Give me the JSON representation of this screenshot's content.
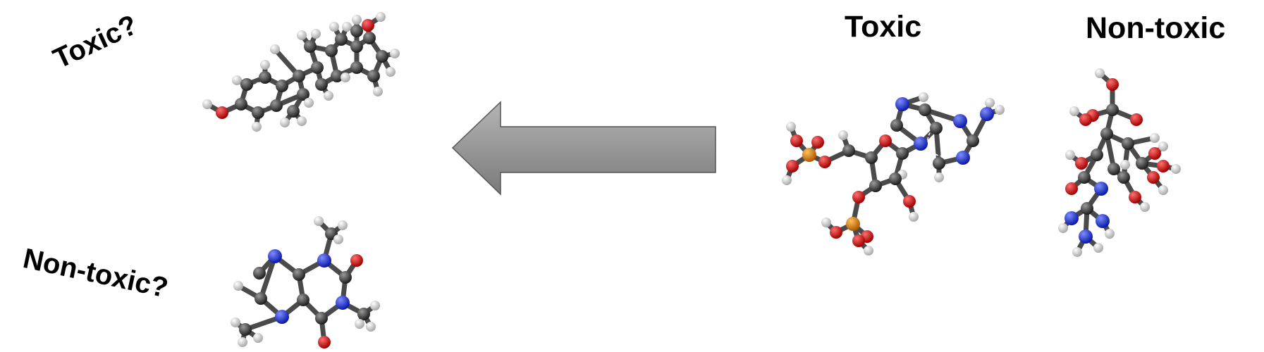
{
  "query_labels": {
    "toxic_question": "Toxic?",
    "nontoxic_question": "Non-toxic?"
  },
  "reference_labels": {
    "toxic": "Toxic",
    "nontoxic": "Non-toxic"
  },
  "colors": {
    "carbon": "#3a3a3a",
    "carbon_light": "#707070",
    "hydrogen": "#ffffff",
    "oxygen": "#e00000",
    "nitrogen": "#1f2fe0",
    "phosphorus": "#e08a10",
    "arrow_fill_top": "#b5b5b5",
    "arrow_fill_bottom": "#7a7a7a"
  },
  "icons": {
    "estradiol": "ball-and-stick-molecule-icon",
    "caffeine": "ball-and-stick-molecule-icon",
    "nucleotide": "ball-and-stick-molecule-icon",
    "tetrodotoxin": "ball-and-stick-molecule-icon",
    "arrow": "left-arrow-icon"
  }
}
